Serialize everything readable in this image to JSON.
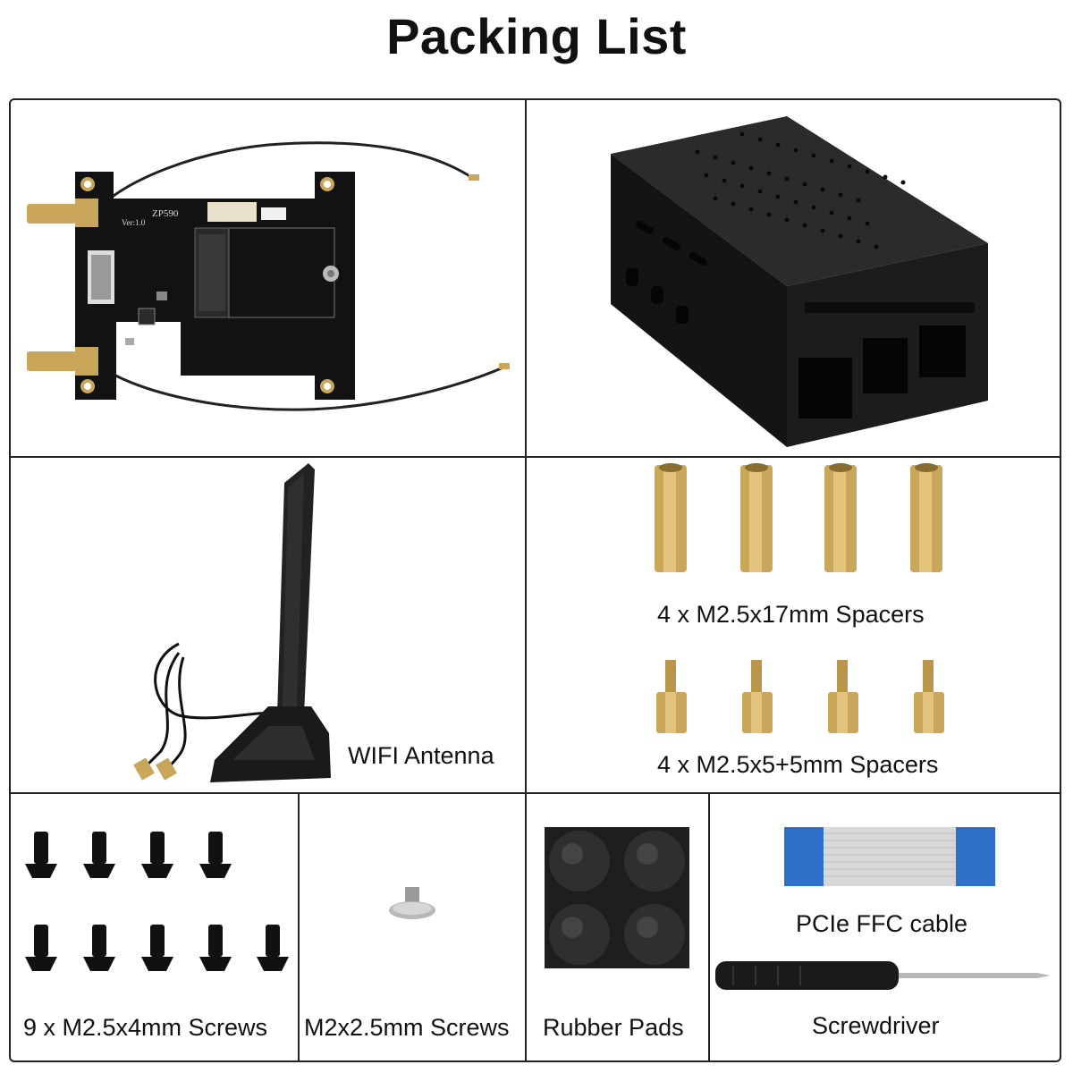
{
  "page": {
    "title": "Packing List"
  },
  "items": {
    "pcie_board": {
      "silkscreen_model": "ZP590",
      "silkscreen_version": "Ver:1.0"
    },
    "case": {
      "name": ""
    },
    "antenna": {
      "label": "WIFI Antenna"
    },
    "spacers_17": {
      "label": "4 x M2.5x17mm Spacers",
      "count": 4
    },
    "spacers_5_5": {
      "label": "4 x M2.5x5+5mm Spacers",
      "count": 4
    },
    "screws_4mm": {
      "label": "9 x M2.5x4mm Screws",
      "count": 9
    },
    "screw_2_5mm": {
      "label": "M2x2.5mm Screws",
      "count": 1
    },
    "rubber_pads": {
      "label": "Rubber Pads",
      "count": 4
    },
    "ffc_cable": {
      "label": "PCIe FFC cable"
    },
    "screwdriver": {
      "label": "Screwdriver"
    }
  },
  "colors": {
    "border": "#222222",
    "pcb": "#121212",
    "brass": "#c9a659",
    "metal_black": "#1c1c1c",
    "ffc_blue": "#2f6fc9",
    "rubber": "#2a2a2a"
  }
}
